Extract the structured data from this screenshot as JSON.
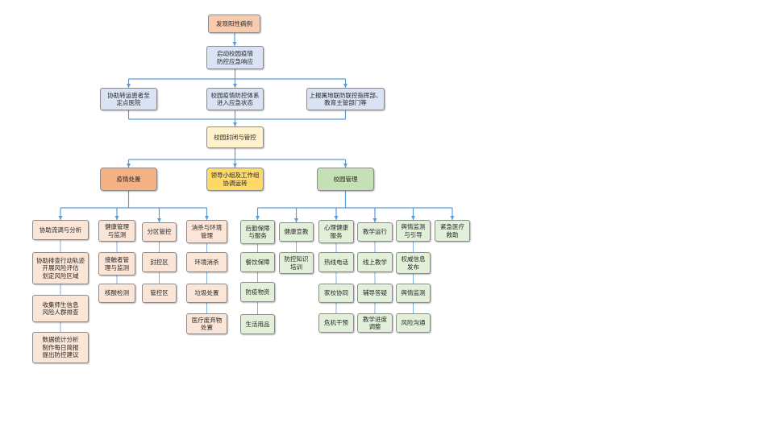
{
  "flow": {
    "trigger": "发现阳性病例",
    "response": "启动校园疫情\n防控应急响应",
    "actions": [
      "协助转运患者至\n定点医院",
      "校园疫情防控体系\n进入应急状态",
      "上报属地联防联控指挥部、\n教育主管部门等"
    ],
    "lockdown": "校园封闭与管控",
    "branches": [
      "疫情处置",
      "领导小组及工作组\n协调运转",
      "校园管理"
    ]
  },
  "epidemic_handling": {
    "columns": [
      {
        "head": "协助流调与分析",
        "items": [
          "协助排查行动轨迹\n开展风险评估\n划定风险区域",
          "收集师生信息\n风险人群排查",
          "数据统计分析\n制作每日简报\n提出防控建议"
        ]
      },
      {
        "head": "健康管理\n与监测",
        "items": [
          "接触者管\n理与监测",
          "核酸检测"
        ]
      },
      {
        "head": "分区管控",
        "items": [
          "封控区",
          "管控区"
        ]
      },
      {
        "head": "消杀与环境\n管理",
        "items": [
          "环境消杀",
          "垃圾处置",
          "医疗废弃物\n处置"
        ]
      }
    ]
  },
  "campus_management": {
    "columns": [
      {
        "head": "后勤保障\n与服务",
        "items": [
          "餐饮保障",
          "防疫物资",
          "生活用品"
        ]
      },
      {
        "head": "健康宣教",
        "items": [
          "防控知识\n培训"
        ]
      },
      {
        "head": "心理健康\n服务",
        "items": [
          "热线电话",
          "家校协同",
          "危机干预"
        ]
      },
      {
        "head": "教学运行",
        "items": [
          "线上教学",
          "辅导答疑",
          "教学进度\n调整"
        ]
      },
      {
        "head": "舆情监测\n与引导",
        "items": [
          "权威信息\n发布",
          "舆情监测",
          "风险沟通"
        ]
      },
      {
        "head": "紧急医疗\n救助"
      }
    ]
  },
  "colors": {
    "connector": "#5b9bd5",
    "border": "#8c8c8c",
    "text": "#262626",
    "trigger": "#f8cbad",
    "response": "#dae3f3",
    "lockdown": "#fff2cc",
    "epidemic_branch": "#f4b183",
    "leadership_branch": "#ffd966",
    "campus_branch": "#c5e0b4",
    "epidemic_items": "#fbe5d6",
    "campus_items": "#e2f0d9"
  }
}
